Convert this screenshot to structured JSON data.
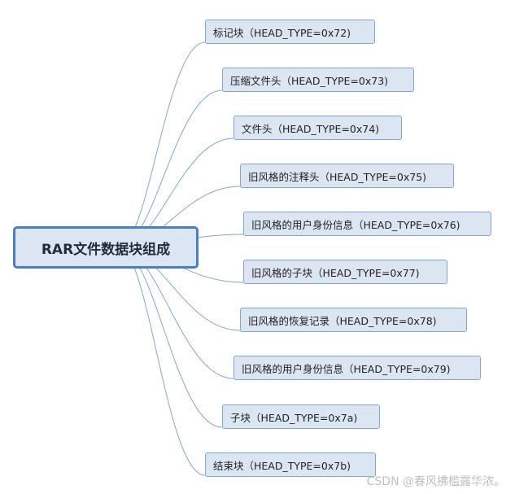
{
  "mindmap": {
    "root": "RAR文件数据块组成",
    "children": [
      "标记块（HEAD_TYPE=0x72)",
      "压缩文件头（HEAD_TYPE=0x73)",
      "文件头（HEAD_TYPE=0x74)",
      "旧风格的注释头（HEAD_TYPE=0x75)",
      "旧风格的用户身份信息（HEAD_TYPE=0x76)",
      "旧风格的子块（HEAD_TYPE=0x77)",
      "旧风格的恢复记录（HEAD_TYPE=0x78)",
      "旧风格的用户身份信息（HEAD_TYPE=0x79)",
      "子块（HEAD_TYPE=0x7a)",
      "结束块（HEAD_TYPE=0x7b)"
    ]
  },
  "watermark": "CSDN @春风拂槛露华浓。",
  "colors": {
    "node_fill": "#dce6f2",
    "root_border": "#4a7fc1",
    "child_border": "#7fa6d1",
    "connector": "#7fa6d1"
  }
}
